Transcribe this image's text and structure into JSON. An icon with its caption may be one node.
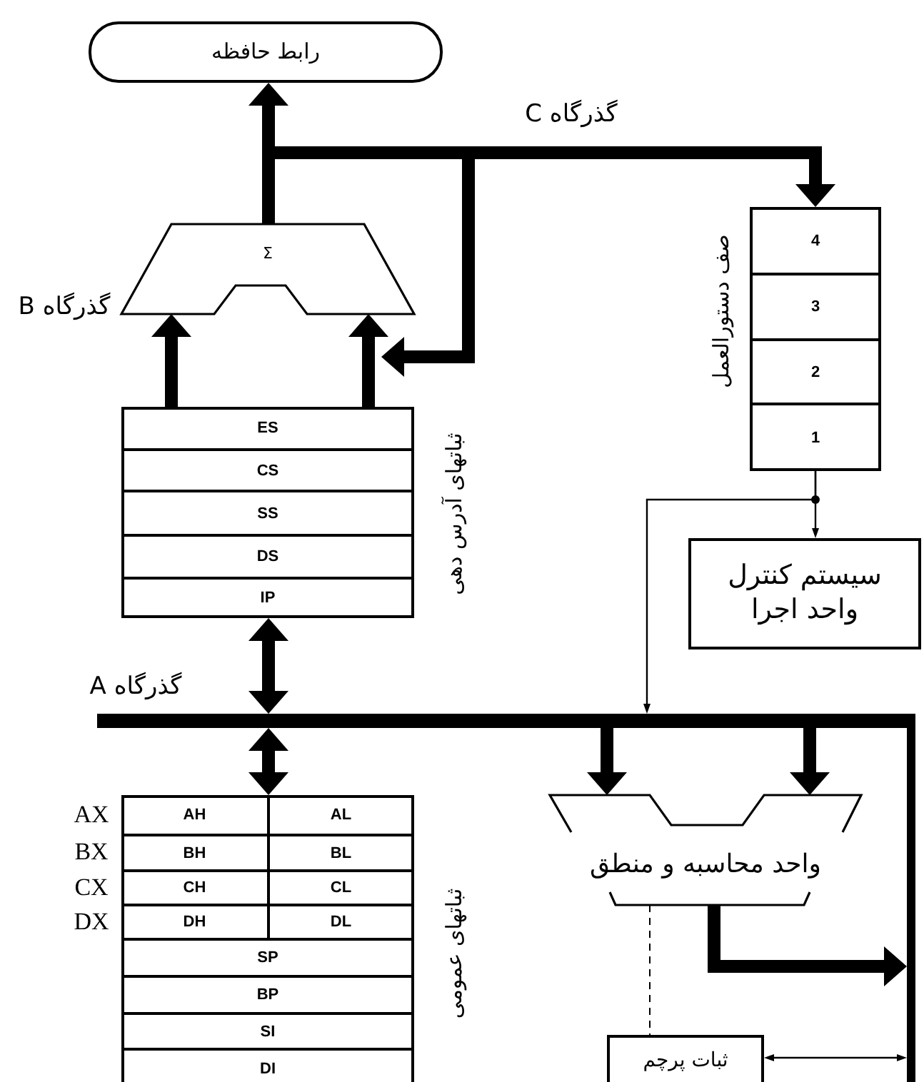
{
  "diagram": {
    "nodes": [
      {
        "text": [
          "رابط حافظه"
        ]
      },
      {
        "text": [
          "Σ"
        ]
      },
      {
        "text": [
          "ثباتهای آدرس دهی"
        ]
      },
      {
        "text": [
          "ES"
        ],
        "in": 2
      },
      {
        "text": [
          "CS"
        ],
        "in": 2
      },
      {
        "text": [
          "SS"
        ],
        "in": 2
      },
      {
        "text": [
          "DS"
        ],
        "in": 2
      },
      {
        "text": [
          "IP"
        ],
        "in": 2
      },
      {
        "text": [
          "صف دستورالعمل"
        ]
      },
      {
        "text": [
          "4"
        ],
        "in": 8
      },
      {
        "text": [
          "3"
        ],
        "in": 8
      },
      {
        "text": [
          "2"
        ],
        "in": 8
      },
      {
        "text": [
          "1"
        ],
        "in": 8
      },
      {
        "text": [
          "سیستم کنترل واحد اجرا"
        ]
      },
      {
        "text": [],
        "shape": "bar",
        "beside": [
          "گذرگاه A"
        ]
      },
      {
        "text": [
          "ثباتهای عمومی"
        ]
      },
      {
        "text": [
          "AH"
        ],
        "in": 15
      },
      {
        "text": [
          "AL"
        ],
        "in": 15
      },
      {
        "text": [
          "BH"
        ],
        "in": 15
      },
      {
        "text": [
          "BL"
        ],
        "in": 15
      },
      {
        "text": [
          "CH"
        ],
        "in": 15
      },
      {
        "text": [
          "CL"
        ],
        "in": 15
      },
      {
        "text": [
          "DH"
        ],
        "in": 15
      },
      {
        "text": [
          "DL"
        ],
        "in": 15
      },
      {
        "text": [
          "SP"
        ],
        "in": 15
      },
      {
        "text": [
          "BP"
        ],
        "in": 15
      },
      {
        "text": [
          "SI"
        ],
        "in": 15
      },
      {
        "text": [
          "DI"
        ],
        "in": 15
      },
      {
        "text": [
          "واحد محاسبه و منطق"
        ]
      },
      {
        "text": [
          "ثبات پرچم"
        ]
      },
      {
        "text": [],
        "shape": "bar"
      }
    ],
    "edges": [
      {
        "from": 1,
        "to": 0,
        "arrow": "to"
      },
      {
        "from": 1,
        "to": 8,
        "arrow": "to"
      },
      {
        "from": null,
        "to": 1,
        "arrow": "to"
      },
      {
        "from": 2,
        "to": 1,
        "arrow": "to"
      },
      {
        "from": 2,
        "to": 1,
        "arrow": "to"
      },
      {
        "from": 2,
        "to": 14,
        "arrow": "both"
      },
      {
        "from": 14,
        "to": 15,
        "arrow": "both"
      },
      {
        "from": 8,
        "to": 13,
        "arrow": "to"
      },
      {
        "from": 8,
        "to": 14,
        "arrow": "to"
      },
      {
        "from": 14,
        "to": 28,
        "arrow": "to"
      },
      {
        "from": 14,
        "to": 28,
        "arrow": "to"
      },
      {
        "from": 28,
        "to": 30,
        "arrow": "to"
      },
      {
        "from": 28,
        "to": 29,
        "arrow": "none",
        "style": "dashed"
      },
      {
        "from": 29,
        "to": 30,
        "arrow": "both"
      }
    ],
    "labels": [
      "گذرگاه C",
      "گذرگاه B",
      "AX",
      "BX",
      "CX",
      "DX"
    ]
  }
}
